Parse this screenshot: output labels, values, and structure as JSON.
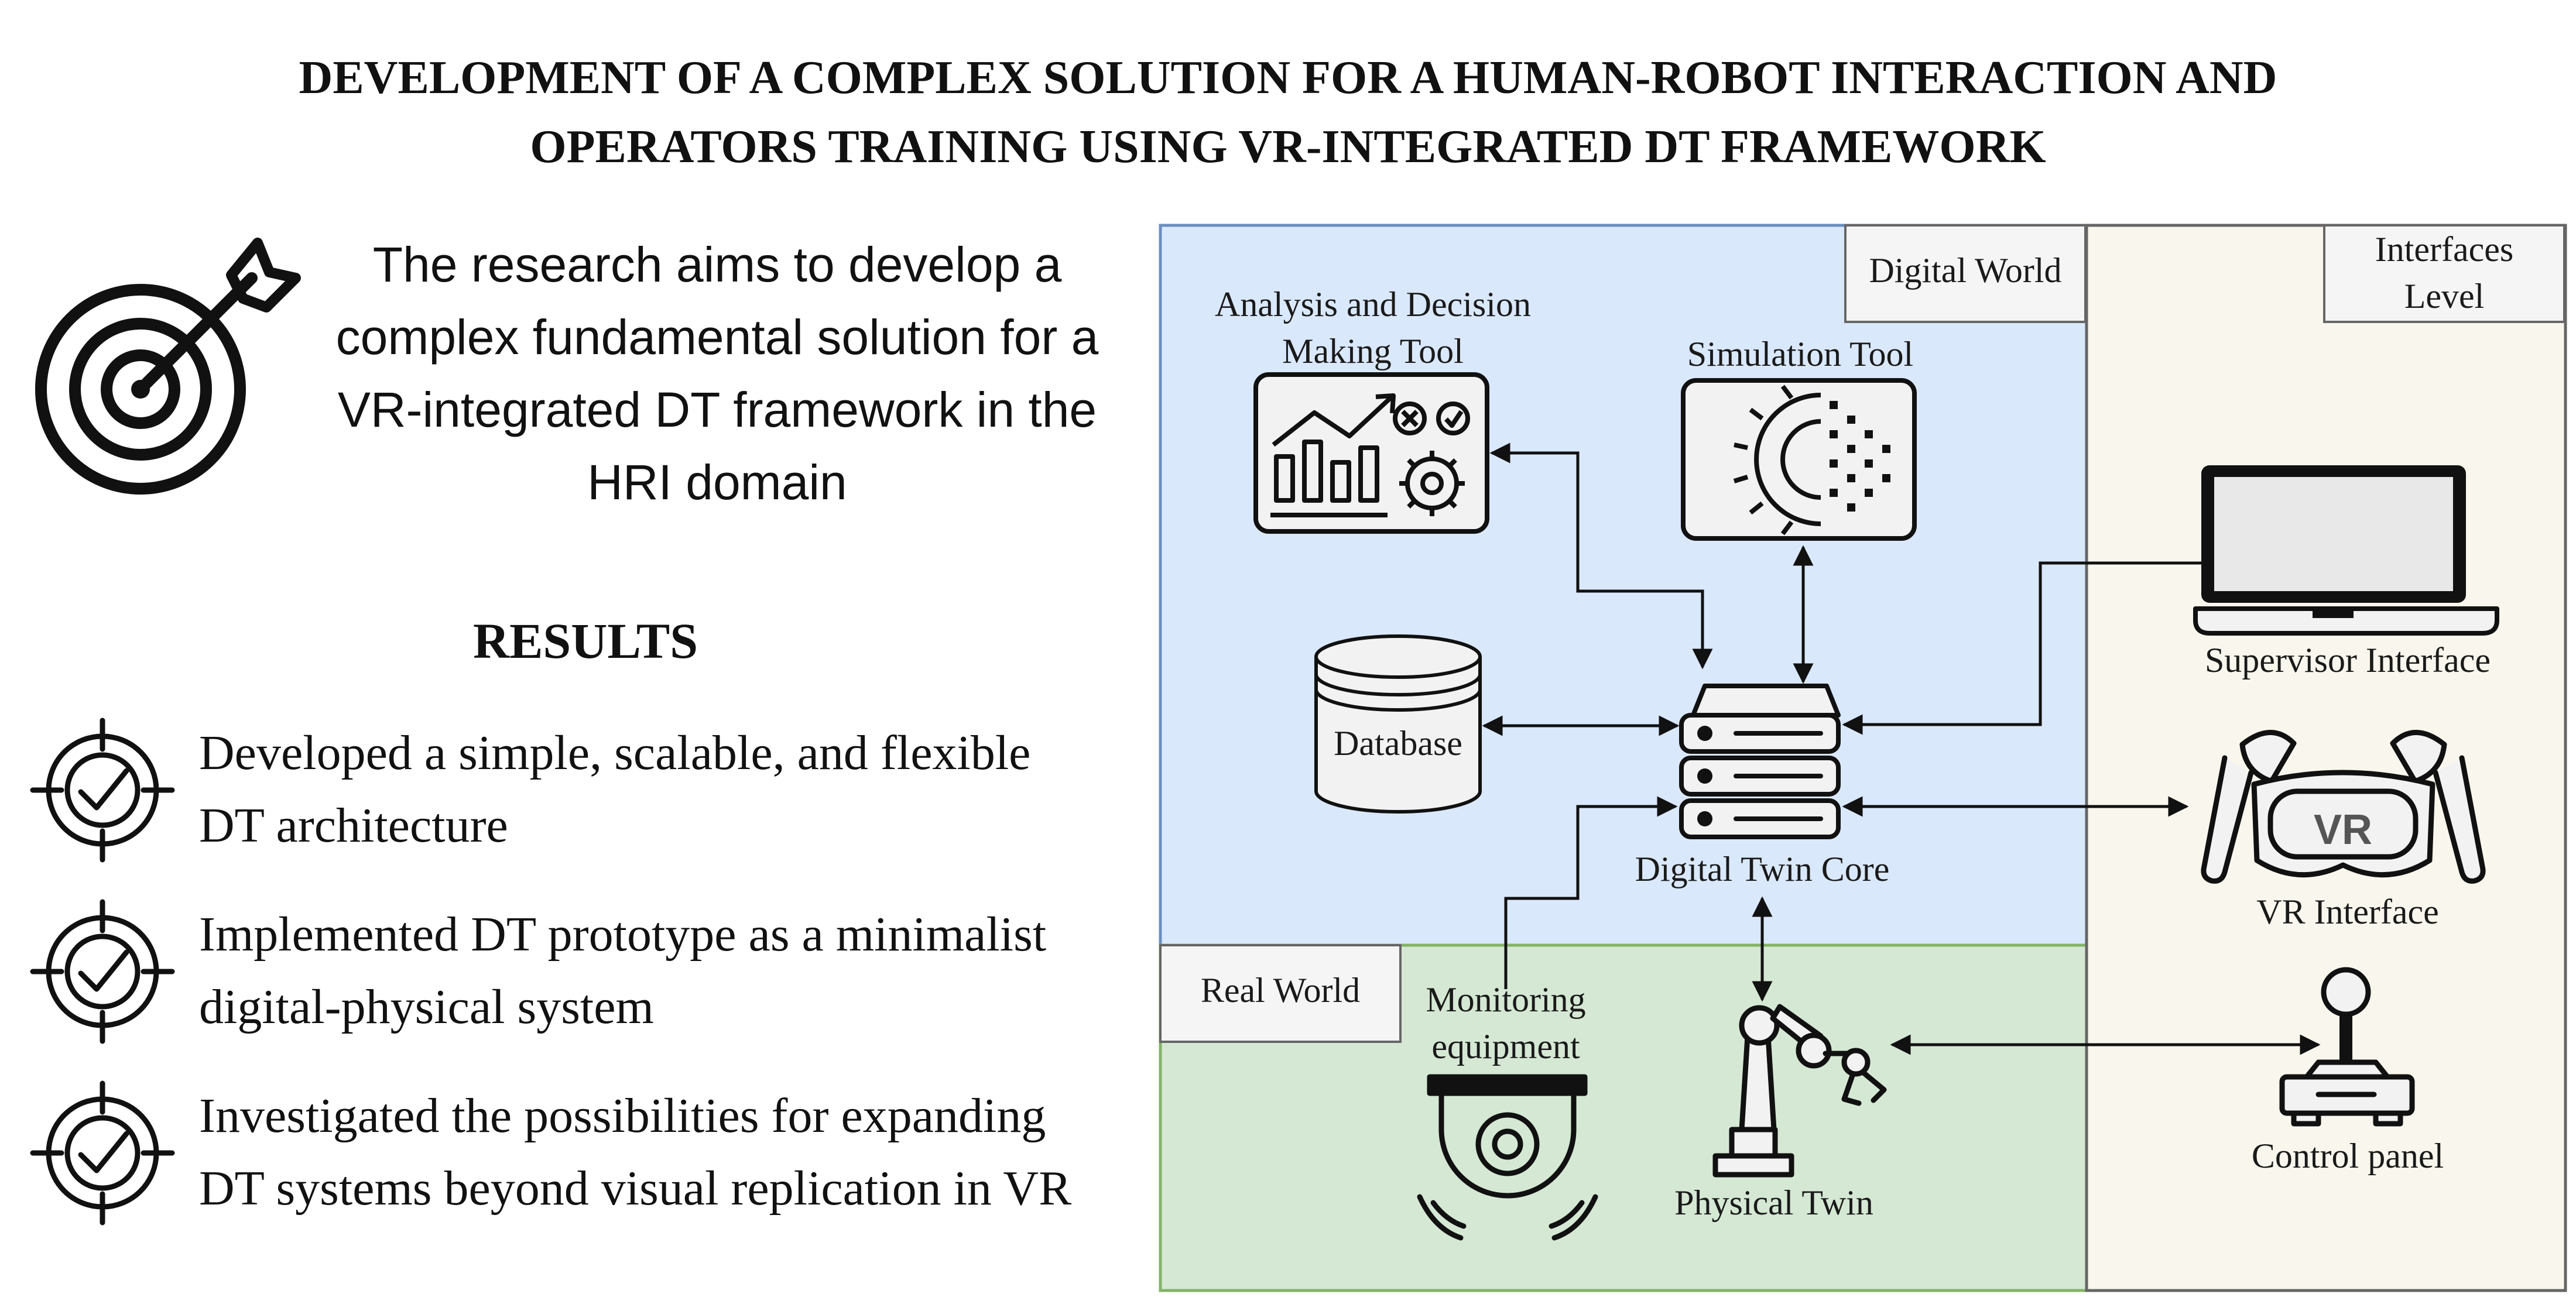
{
  "title": {
    "line1": "DEVELOPMENT OF A COMPLEX SOLUTION FOR A HUMAN-ROBOT INTERACTION AND",
    "line2": "OPERATORS TRAINING USING VR-INTEGRATED DT FRAMEWORK"
  },
  "aim": {
    "icon": "target-arrow-icon",
    "lines": [
      "The research aims to develop a",
      "complex fundamental solution for a",
      "VR-integrated DT framework in the",
      "HRI domain"
    ]
  },
  "results": {
    "title": "RESULTS",
    "icon": "target-check-icon",
    "items": [
      {
        "line1": "Developed a simple, scalable, and flexible",
        "line2": "DT architecture"
      },
      {
        "line1": "Implemented DT prototype as  a minimalist",
        "line2": "digital-physical system"
      },
      {
        "line1": "Investigated the possibilities for expanding",
        "line2": "DT systems beyond visual replication in VR"
      }
    ]
  },
  "diagram": {
    "colors": {
      "digital_world": "#dae8fc",
      "digital_world_border": "#6c8ebf",
      "real_world": "#d5e8d4",
      "real_world_border": "#82b366",
      "interfaces": "#f9f7ed",
      "interfaces_border": "#666666",
      "tag": "#f5f5f5"
    },
    "regions": {
      "digital_world": "Digital World",
      "real_world": "Real World",
      "interfaces_line1": "Interfaces",
      "interfaces_line2": "Level"
    },
    "nodes": {
      "analysis_line1": "Analysis and Decision",
      "analysis_line2": "Making Tool",
      "simulation": "Simulation Tool",
      "database": "Database",
      "core": "Digital Twin Core",
      "monitoring_line1": "Monitoring",
      "monitoring_line2": "equipment",
      "physical": "Physical Twin",
      "supervisor": "Supervisor Interface",
      "vr": "VR Interface",
      "vr_badge": "VR",
      "control": "Control panel"
    },
    "icons": [
      "analytics-dashboard-icon",
      "gear-circuit-icon",
      "database-icon",
      "server-icon",
      "dome-camera-icon",
      "robot-arm-icon",
      "laptop-icon",
      "vr-headset-icon",
      "joystick-icon"
    ]
  }
}
